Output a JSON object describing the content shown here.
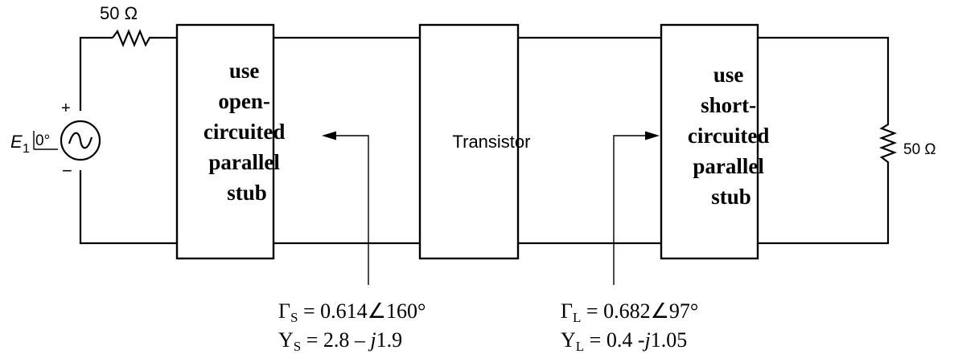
{
  "source": {
    "resistor_label": "50 Ω",
    "voltage_letter": "E",
    "voltage_subscript": "1",
    "voltage_phase": "0°",
    "plus_sign": "+",
    "minus_sign": "−"
  },
  "input_matching_box": {
    "lines": [
      "use",
      "open-",
      "circuited",
      "parallel",
      "stub"
    ]
  },
  "transistor_box": {
    "label": "Transistor"
  },
  "output_matching_box": {
    "lines": [
      "use",
      "short-",
      "circuited",
      "parallel",
      "stub"
    ]
  },
  "load": {
    "resistor_label": "50 Ω"
  },
  "source_reflection": {
    "gamma_symbol": "Γ",
    "gamma_subscript": "S",
    "gamma_value": " = 0.614∠160°",
    "admittance_symbol": "Y",
    "admittance_subscript": "S",
    "admittance_real": " = 2.8 – ",
    "admittance_j": "j",
    "admittance_imag": "1.9"
  },
  "load_reflection": {
    "gamma_symbol": "Γ",
    "gamma_subscript": "L",
    "gamma_value": " = 0.682∠97°",
    "admittance_symbol": "Y",
    "admittance_subscript": "L",
    "admittance_real": " = 0.4 -",
    "admittance_j": "j",
    "admittance_imag": "1.05"
  }
}
